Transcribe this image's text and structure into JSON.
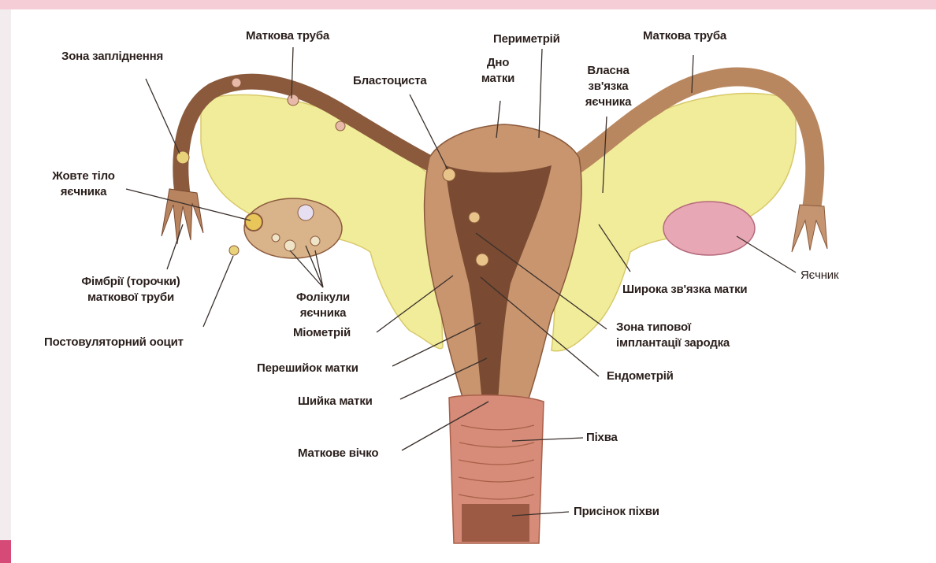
{
  "colors": {
    "tube": "#8b5a3c",
    "ligament": "#f1ec9a",
    "uterus_wall": "#c8956f",
    "cavity": "#7a4a32",
    "ovary": "#e7a7b5",
    "vagina": "#d68c78",
    "leader": "#3a302c",
    "accent_band": "#d64a78"
  },
  "labels": {
    "fertilization_zone": "Зона запліднення",
    "fallopian_tube_left": "Маткова труба",
    "perimetrium": "Периметрій",
    "fallopian_tube_right": "Маткова труба",
    "blastocyst": "Бластоциста",
    "uterine_fundus": "Дно\nматки",
    "ovarian_ligament": "Власна\nзв'язка\nяєчника",
    "corpus_luteum": "Жовте тіло\nяєчника",
    "fimbriae": "Фімбрії (торочки)\nматкової труби",
    "follicles": "Фолікули\nяєчника",
    "postovulatory_oocyte": "Постовуляторний ооцит",
    "myometrium": "Міометрій",
    "uterine_isthmus": "Перешийок матки",
    "cervix": "Шийка матки",
    "external_os": "Маткове вічко",
    "ovary": "Яєчник",
    "broad_ligament": "Широка зв'язка матки",
    "implantation_zone": "Зона типової\nімплантації зародка",
    "endometrium": "Ендометрій",
    "vagina": "Піхва",
    "vaginal_vestibule": "Присінок піхви"
  }
}
